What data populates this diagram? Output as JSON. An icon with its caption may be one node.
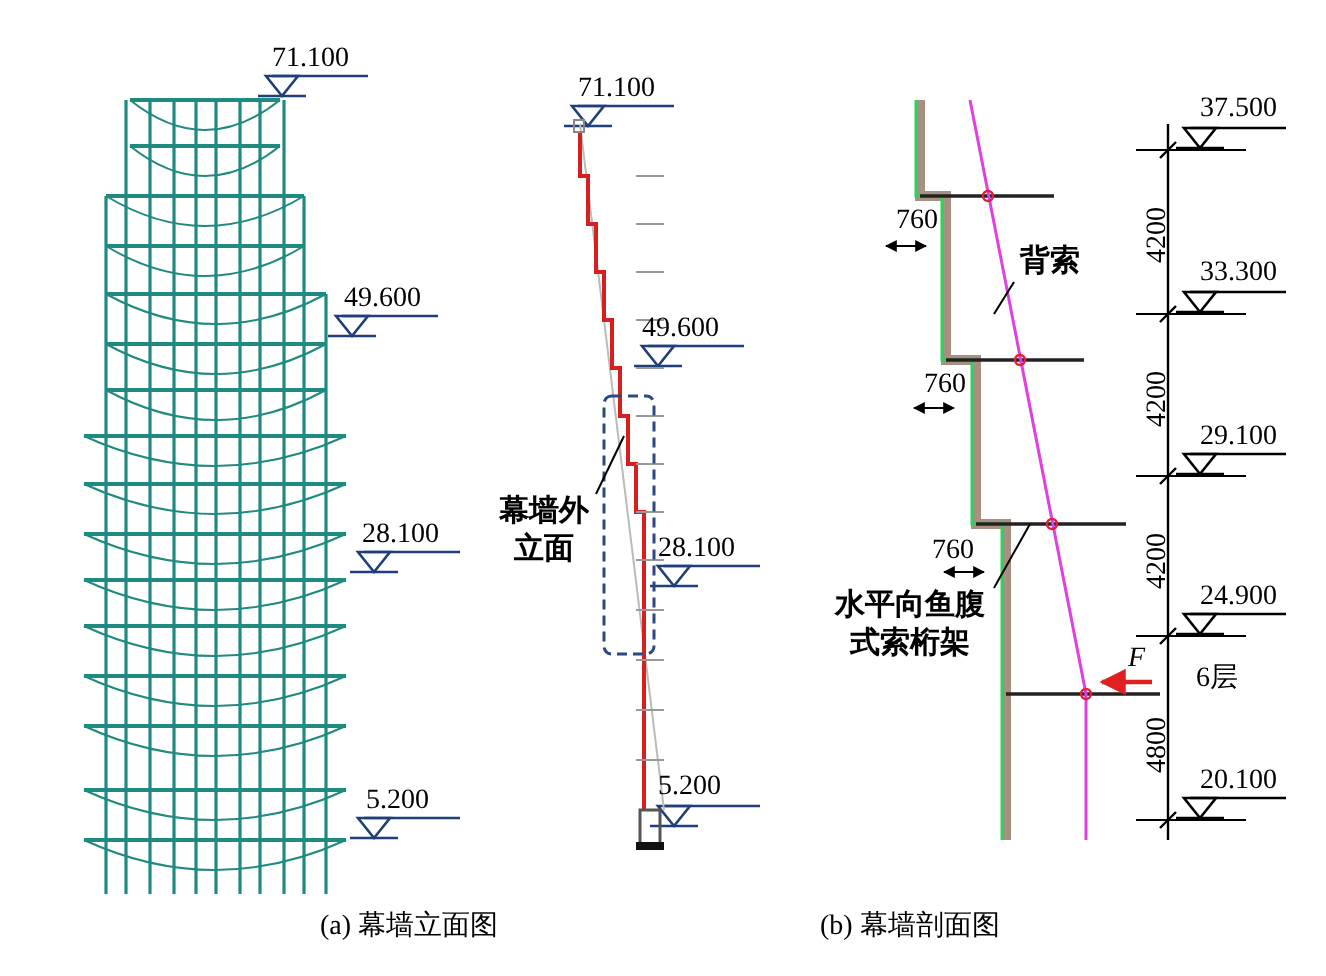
{
  "diagram": {
    "nodes": [
      {
        "text": [
          "幕墙外立面"
        ]
      },
      {
        "text": [
          "背索"
        ]
      },
      {
        "text": [
          "水平向鱼腹式索桁架"
        ]
      }
    ],
    "edges": [
      {
        "from": 0,
        "to": null,
        "arrow": "none"
      },
      {
        "from": 1,
        "to": null,
        "arrow": "none"
      },
      {
        "from": 2,
        "to": null,
        "arrow": "none"
      }
    ],
    "labels": [
      "71.100",
      "71.100",
      "49.600",
      "49.600",
      "37.500",
      "760",
      "4200",
      "33.300",
      "760",
      "4200",
      "29.100",
      "28.100",
      "28.100",
      "760",
      "4200",
      "24.900",
      "F",
      "6层",
      "4800",
      "20.100",
      "5.200",
      "5.200",
      "(a) 幕墙立面图",
      "(b) 幕墙剖面图"
    ]
  }
}
